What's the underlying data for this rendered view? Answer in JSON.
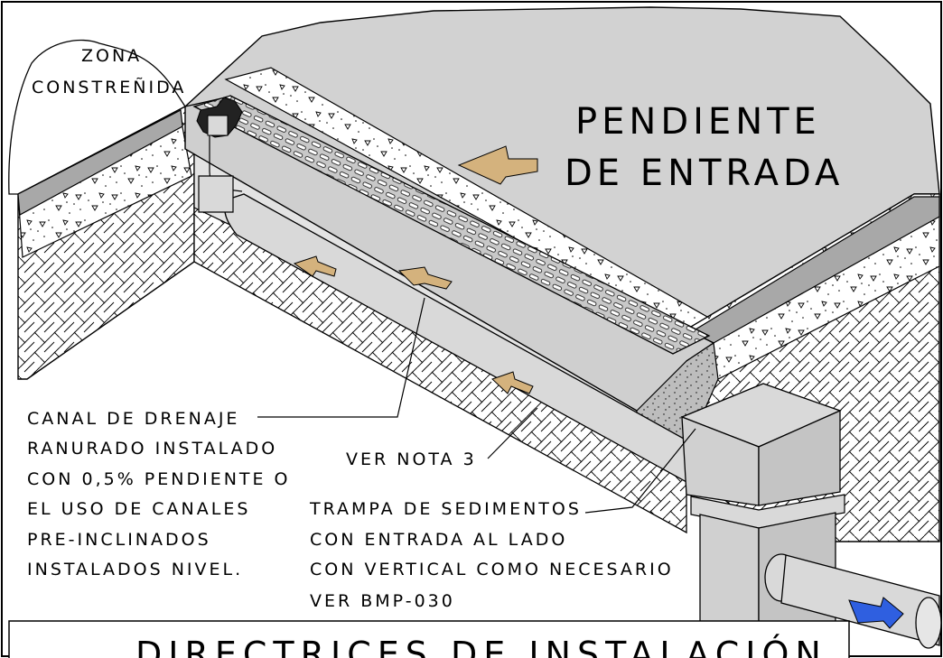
{
  "labels": {
    "zona_line1": "ZONA",
    "zona_line2": "CONSTREÑIDA",
    "pendiente_line1": "PENDIENTE",
    "pendiente_line2": "DE ENTRADA",
    "canal": [
      "CANAL DE DRENAJE",
      "RANURADO INSTALADO",
      "CON 0,5% PENDIENTE O",
      "EL USO DE CANALES",
      "PRE-INCLINADOS",
      "INSTALADOS NIVEL."
    ],
    "ver_nota": "VER NOTA 3",
    "trampa": [
      "TRAMPA DE SEDIMENTOS",
      "CON ENTRADA AL LADO",
      "CON VERTICAL COMO NECESARIO",
      "VER BMP-030"
    ]
  },
  "title": "DIRECTRICES DE INSTALACIÓN",
  "colors": {
    "surface": "#d2d2d2",
    "pipe": "#d9d9d9",
    "arrow_gold": "#d4b27d",
    "arrow_blue": "#2f5fe0",
    "line": "#000000"
  }
}
